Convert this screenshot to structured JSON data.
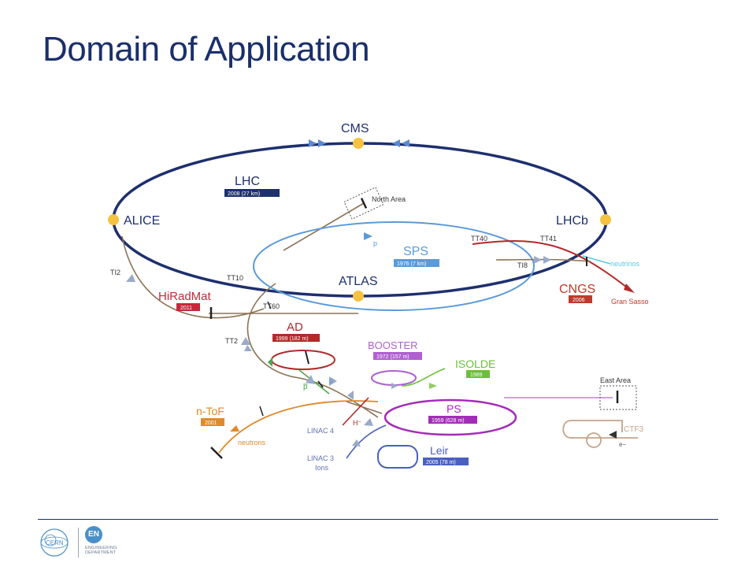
{
  "slide": {
    "title": "Domain of Application"
  },
  "diagram": {
    "experiments": {
      "cms": "CMS",
      "alice": "ALICE",
      "lhcb": "LHCb",
      "atlas": "ATLAS"
    },
    "lhc": {
      "name": "LHC",
      "tag": "2008 (27 km)"
    },
    "sps": {
      "name": "SPS",
      "tag": "1976 (7 km)"
    },
    "hiradmat": {
      "name": "HiRadMat",
      "tag": "2011"
    },
    "cngs": {
      "name": "CNGS",
      "tag": "2006",
      "dest": "Gran Sasso",
      "neutrinos": "neutrinos"
    },
    "ad": {
      "name": "AD",
      "tag": "1999 (182 m)"
    },
    "booster": {
      "name": "BOOSTER",
      "tag": "1972 (157 m)"
    },
    "isolde": {
      "name": "ISOLDE",
      "tag": "1989"
    },
    "ps": {
      "name": "PS",
      "tag": "1959 (628 m)"
    },
    "leir": {
      "name": "Leir",
      "tag": "2005 (78 m)"
    },
    "ntof": {
      "name": "n-ToF",
      "tag": "2001",
      "neutrons": "neutrons"
    },
    "ctf3": {
      "name": "CTF3",
      "electron": "e−"
    },
    "areas": {
      "north": "North Area",
      "east": "East Area"
    },
    "transfer_lines": {
      "tt40": "TT40",
      "tt41": "TT41",
      "ti8": "TI8",
      "ti2": "TI2",
      "tt10": "TT10",
      "tt60": "TT60",
      "tt2": "TT2"
    },
    "linac4": {
      "name": "LINAC 4",
      "particle": "H⁻"
    },
    "linac3": {
      "name": "LINAC 3",
      "sub": "Ions"
    },
    "particles": {
      "p_sps": "p",
      "p_ad": "p",
      "pbar": "p̅"
    }
  },
  "footer": {
    "cern": "CERN",
    "en": "EN",
    "dept_line1": "ENGINEERING",
    "dept_line2": "DEPARTMENT"
  },
  "colors": {
    "title": "#1a2f6b",
    "lhc": "#1e2f6e",
    "sps": "#5a9ad8",
    "brown": "#8b7356",
    "red": "#b22a2a",
    "cngs": "#c0392b",
    "purple": "#b060d0",
    "ps": "#a32db8",
    "green": "#6bbf3a",
    "orange": "#e08a2a",
    "leir": "#4a60c0",
    "yellow": "#f5c242",
    "ctf3": "#c4a48a"
  }
}
